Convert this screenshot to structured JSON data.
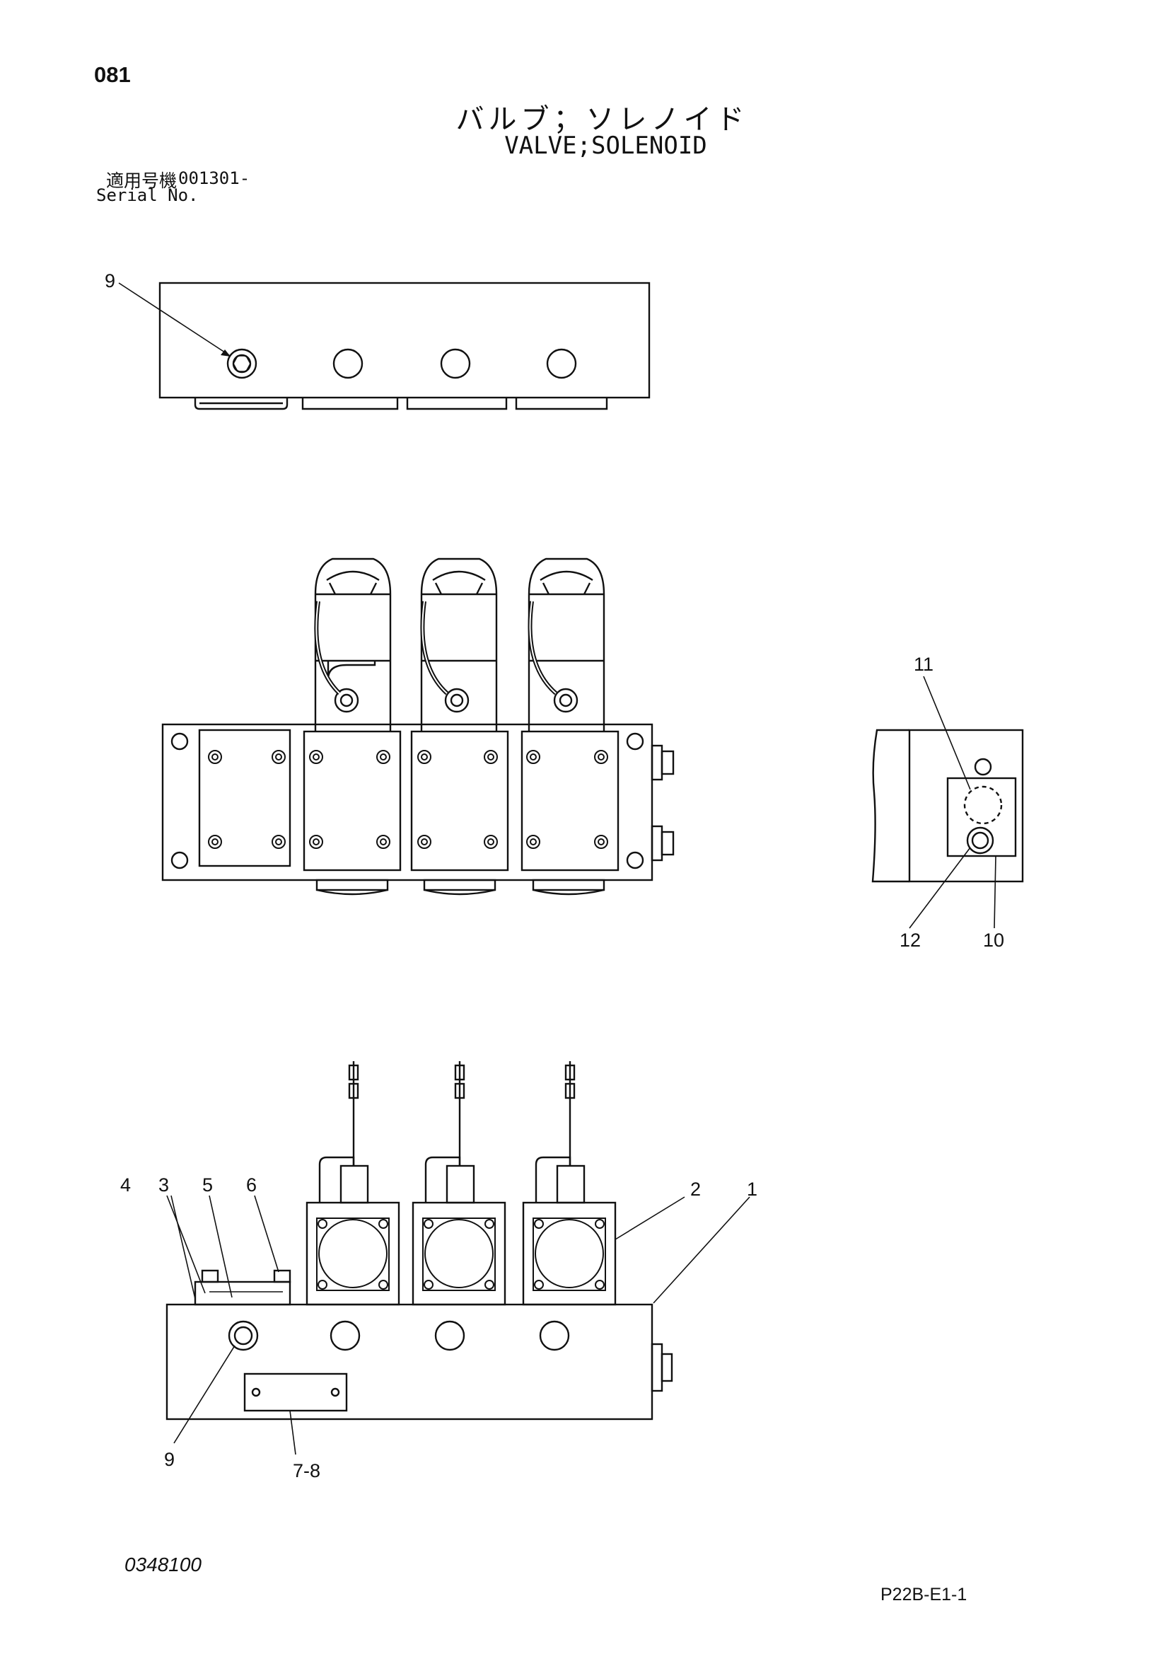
{
  "header": {
    "page_number": "081",
    "title_jp": "バルブ；ソレノイド",
    "title_en": "VALVE;SOLENOID",
    "serial_label_jp": "適用号機",
    "serial_value": "001301-",
    "serial_label_en": "Serial No."
  },
  "callouts": {
    "c1": "1",
    "c2": "2",
    "c3": "3",
    "c4": "4",
    "c5": "5",
    "c6": "6",
    "c78": "7-8",
    "c9_top": "9",
    "c9_bottom": "9",
    "c10": "10",
    "c11": "11",
    "c12": "12"
  },
  "footer": {
    "drawing_number": "0348100",
    "page_code": "P22B-E1-1"
  }
}
